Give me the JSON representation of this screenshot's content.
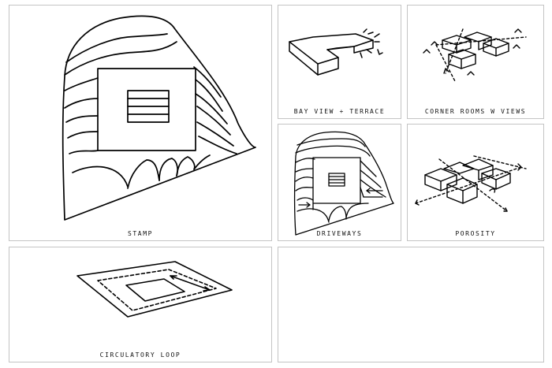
{
  "panels": {
    "stamp": "STAMP",
    "bay_view": "BAY VIEW + TERRACE",
    "corner_rooms": "CORNER ROOMS W VIEWS",
    "driveways": "DRIVEWAYS",
    "porosity": "POROSITY",
    "circulatory": "CIRCULATORY LOOP",
    "empty": ""
  }
}
